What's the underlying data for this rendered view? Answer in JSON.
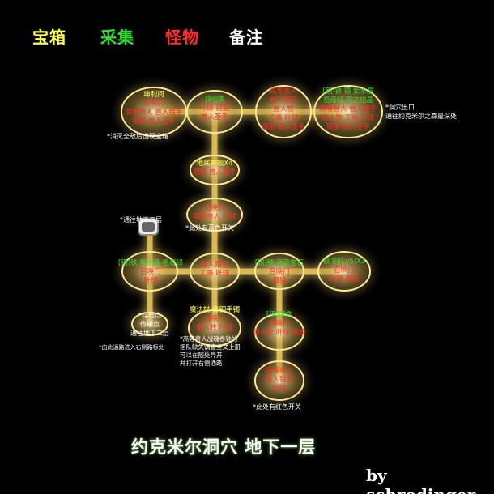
{
  "legend": {
    "chest": "宝箱",
    "gather": "采集",
    "monster": "怪物",
    "notes": "备注"
  },
  "colors": {
    "chest": "#ffff55",
    "gather": "#33dd33",
    "monster": "#ff2a2a",
    "notes": "#ffffff",
    "background": "#000000",
    "path_glow": "#ffd860"
  },
  "title": "约克米尔洞穴 地下一层",
  "credit": "by schrodinger",
  "nodes": {
    "n1": {
      "l1": "坤利阅",
      "l2": "召唤门",
      "l3": "高等兽人 兽人猎手",
      "l4": "银狼 兽人圣手"
    },
    "n2": {
      "l1": "[铜]铁",
      "l2": "叶球 银狼",
      "l3": "兽人圣手"
    },
    "n3": {
      "l1": "高等兽人",
      "l2": "兽人猎手",
      "l3": "兽人牧",
      "l4": "工蜂 叶球",
      "l5": "银狼 兽人圣手"
    },
    "n4": {
      "l1": "[铜]铁 银 紫水晶",
      "l2": "祖母绿 风之结晶",
      "l3": "高等兽人 兽人猎手",
      "l4": "兽人牧 工蜂 叶球",
      "l5": "银狼 兽人圣手"
    },
    "n5": {
      "l1": "地底神殿X4",
      "l2": "银狼 兽人圣手"
    },
    "n6": {
      "l1": "召唤门",
      "l2": "高等兽人 叶球"
    },
    "n7": {
      "l1": "[铜]铁 紫水晶 祖母绿",
      "l2": "召唤门",
      "l3": "叶球"
    },
    "n8": {
      "l1": "兽人猎手",
      "l2": "工蜂 叶球"
    },
    "n9": {
      "l1": "[铜]铁 海蓝宝石",
      "l2": "召唤门",
      "l3": "银狼"
    },
    "n10": {
      "l1": "银 铜(Lv5)X3",
      "l2": "召唤门",
      "l3": "叶球 银狼"
    },
    "n11": {
      "l1": "魔法杖 青铜手镯",
      "l2": "召唤门",
      "l3": "兽人牧 叶球"
    },
    "n12": {
      "l1": "[铜]蛋盒",
      "l2": "召唤门",
      "l3": "兽人牧 叶球 银狼"
    },
    "n13": {
      "l1": "高等兽人",
      "l2": "兽人猎手",
      "l3": "叶球"
    }
  },
  "notes": {
    "cave_exit": {
      "l1": "*洞穴出口",
      "l2": "通往约克米尔之森最深处"
    },
    "boss_chest": "*消灭全敌后出现宝箱",
    "to_b2_top": "*通往地下二层",
    "blue_chest": "*此处有蓝色开关",
    "save_point": {
      "l1": "*存档点",
      "l2": "传送点",
      "l3": "通往地下二层"
    },
    "save_note": "*由此通路进入右侧路标处",
    "scroll_note": {
      "l1": "*高等兽人战魂卷轴的",
      "l2": "捆队缺失调查全文上册",
      "l3": "可以在随处异开",
      "l4": "并打开右侧通路"
    },
    "red_chest": "*此处有红色开关"
  }
}
